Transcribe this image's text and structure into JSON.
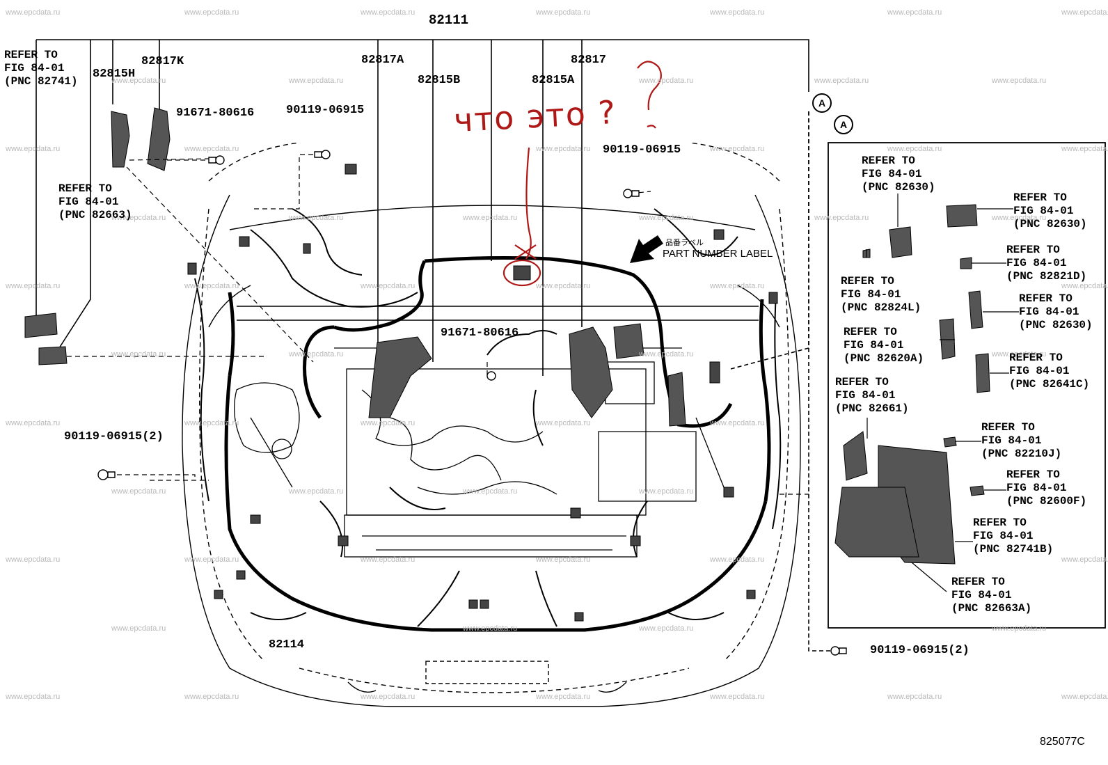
{
  "watermark": "www.epcdata.ru",
  "main_part": "82111",
  "figure_code": "825077C",
  "hand_note": "что это ?",
  "part_number_label": "PART NUMBER LABEL",
  "part_number_label_jp": "品番ラベル",
  "callout_a": "A",
  "part_numbers": {
    "p82815H": "82815H",
    "p82817K": "82817K",
    "p82817A": "82817A",
    "p82815B": "82815B",
    "p82815A": "82815A",
    "p82817": "82817",
    "p82114": "82114",
    "bolt_a": "91671-80616",
    "bolt_b": "90119-06915",
    "bolt_c": "90119-06915",
    "bolt_d": "91671-80616",
    "bolt_e": "90119-06915(2)",
    "bolt_f": "90119-06915(2)"
  },
  "refs": {
    "r82741": [
      "REFER TO",
      "FIG 84-01",
      "(PNC 82741)"
    ],
    "r82663": [
      "REFER TO",
      "FIG 84-01",
      "(PNC 82663)"
    ],
    "inset": [
      [
        "REFER TO",
        "FIG 84-01",
        "(PNC 82630)"
      ],
      [
        "REFER TO",
        "FIG 84-01",
        "(PNC 82630)"
      ],
      [
        "REFER TO",
        "FIG 84-01",
        "(PNC 82821D)"
      ],
      [
        "REFER TO",
        "FIG 84-01",
        "(PNC 82824L)"
      ],
      [
        "REFER TO",
        "FIG 84-01",
        "(PNC 82630)"
      ],
      [
        "REFER TO",
        "FIG 84-01",
        "(PNC 82620A)"
      ],
      [
        "REFER TO",
        "FIG 84-01",
        "(PNC 82641C)"
      ],
      [
        "REFER TO",
        "FIG 84-01",
        "(PNC 82661)"
      ],
      [
        "REFER TO",
        "FIG 84-01",
        "(PNC 82210J)"
      ],
      [
        "REFER TO",
        "FIG 84-01",
        "(PNC 82600F)"
      ],
      [
        "REFER TO",
        "FIG 84-01",
        "(PNC 82741B)"
      ],
      [
        "REFER TO",
        "FIG 84-01",
        "(PNC 82663A)"
      ]
    ]
  }
}
